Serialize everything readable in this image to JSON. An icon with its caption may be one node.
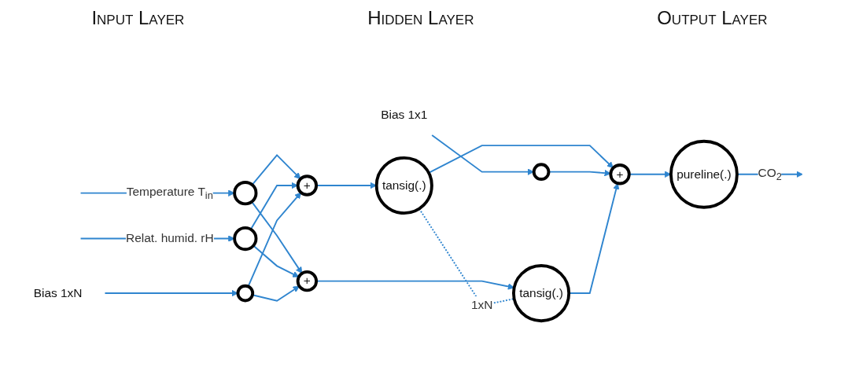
{
  "diagram": {
    "nodes": [
      {
        "text": [],
        "shape": "circle"
      },
      {
        "text": [],
        "shape": "circle"
      },
      {
        "text": [
          "+"
        ]
      },
      {
        "text": [
          "+"
        ]
      },
      {
        "text": [
          "Bias 1xN"
        ]
      },
      {
        "text": [],
        "shape": "circle"
      },
      {
        "text": [
          "tansig(.)"
        ]
      },
      {
        "text": [
          "tansig(.)"
        ]
      },
      {
        "text": [
          "Bias 1x1"
        ]
      },
      {
        "text": [],
        "shape": "circle"
      },
      {
        "text": [
          "+"
        ]
      },
      {
        "text": [
          "pureline(.)"
        ]
      }
    ],
    "edges": [
      {
        "from": null,
        "to": 0,
        "arrow": "to",
        "label": "Temperature T$_{in}$"
      },
      {
        "from": null,
        "to": 1,
        "arrow": "to",
        "label": "Relat. humid. rH"
      },
      {
        "from": 0,
        "to": 2,
        "arrow": "to"
      },
      {
        "from": 0,
        "to": 3,
        "arrow": "to"
      },
      {
        "from": 1,
        "to": 2,
        "arrow": "to"
      },
      {
        "from": 1,
        "to": 3,
        "arrow": "to"
      },
      {
        "from": 4,
        "to": 5,
        "arrow": "to"
      },
      {
        "from": 5,
        "to": 2,
        "arrow": "to"
      },
      {
        "from": 5,
        "to": 3,
        "arrow": "to"
      },
      {
        "from": 2,
        "to": 6,
        "arrow": "to"
      },
      {
        "from": 3,
        "to": 7,
        "arrow": "to"
      },
      {
        "from": 6,
        "to": 7,
        "arrow": "none",
        "style": "dashed",
        "label": "1xN"
      },
      {
        "from": 8,
        "to": 9,
        "arrow": "to"
      },
      {
        "from": 6,
        "to": 10,
        "arrow": "to"
      },
      {
        "from": 9,
        "to": 10,
        "arrow": "to"
      },
      {
        "from": 7,
        "to": 10,
        "arrow": "to"
      },
      {
        "from": 10,
        "to": 11,
        "arrow": "to"
      },
      {
        "from": 11,
        "to": null,
        "arrow": "to",
        "label": "CO$_{2}$"
      }
    ],
    "labels": [
      "Input Layer",
      "Hidden Layer",
      "Output Layer"
    ]
  }
}
